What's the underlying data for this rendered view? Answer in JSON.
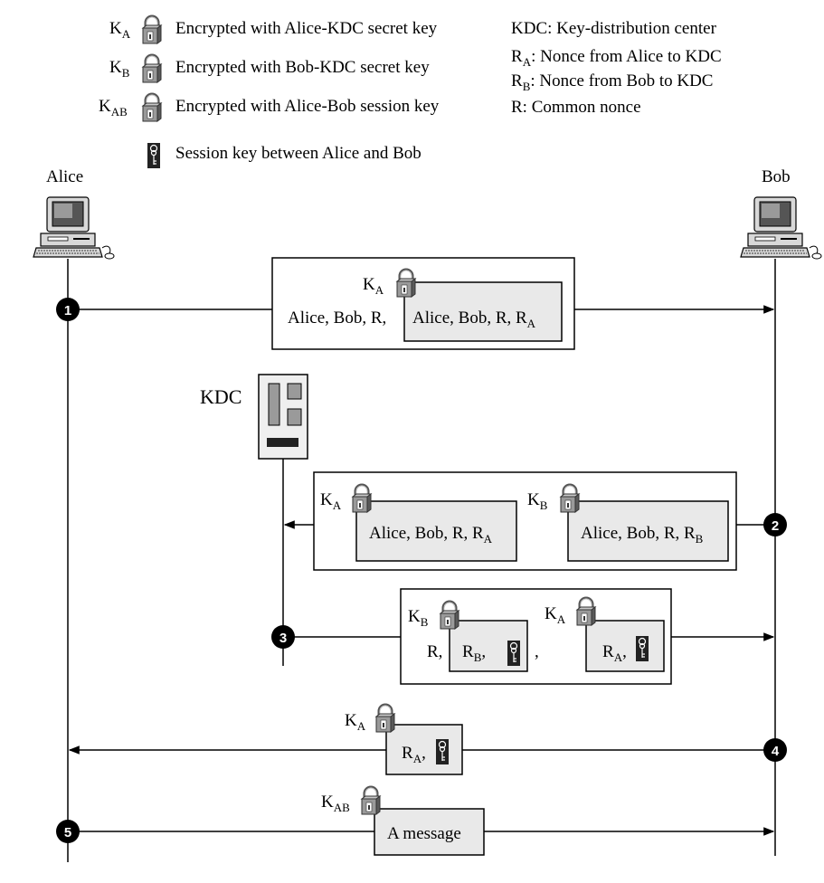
{
  "legend": {
    "ka_label": "K",
    "ka_sub": "A",
    "ka_text": "Encrypted with Alice-KDC secret key",
    "kb_label": "K",
    "kb_sub": "B",
    "kb_text": "Encrypted with Bob-KDC secret key",
    "kab_label": "K",
    "kab_sub": "AB",
    "kab_text": "Encrypted with Alice-Bob session key",
    "session_text": "Session key between Alice and Bob"
  },
  "definitions": {
    "kdc": "KDC: Key-distribution center",
    "ra_main": "R",
    "ra_sub": "A",
    "ra_rest": ": Nonce from Alice to KDC",
    "rb_main": "R",
    "rb_sub": "B",
    "rb_rest": ": Nonce from Bob to KDC",
    "r": "R: Common nonce"
  },
  "actors": {
    "alice": "Alice",
    "bob": "Bob",
    "kdc": "KDC"
  },
  "steps": [
    "1",
    "2",
    "3",
    "4",
    "5"
  ],
  "msg1": {
    "prefix": "Alice, Bob, R,",
    "inner": "Alice, Bob, R, R",
    "inner_sub": "A",
    "key": "K",
    "key_sub": "A"
  },
  "msg2": {
    "a_key": "K",
    "a_key_sub": "A",
    "a_text": "Alice, Bob, R, R",
    "a_sub": "A",
    "b_key": "K",
    "b_key_sub": "B",
    "b_text": "Alice, Bob, R, R",
    "b_sub": "B"
  },
  "msg3": {
    "b_key": "K",
    "b_key_sub": "B",
    "r_prefix": "R,",
    "rb": "R",
    "rb_sub": "B",
    "comma_inner": ",",
    "separator": ",",
    "a_key": "K",
    "a_key_sub": "A",
    "ra": "R",
    "ra_sub": "A",
    "comma_inner2": ","
  },
  "msg4": {
    "key": "K",
    "key_sub": "A",
    "ra": "R",
    "ra_sub": "A",
    "comma": ","
  },
  "msg5": {
    "key": "K",
    "key_sub": "AB",
    "text": "A message"
  }
}
